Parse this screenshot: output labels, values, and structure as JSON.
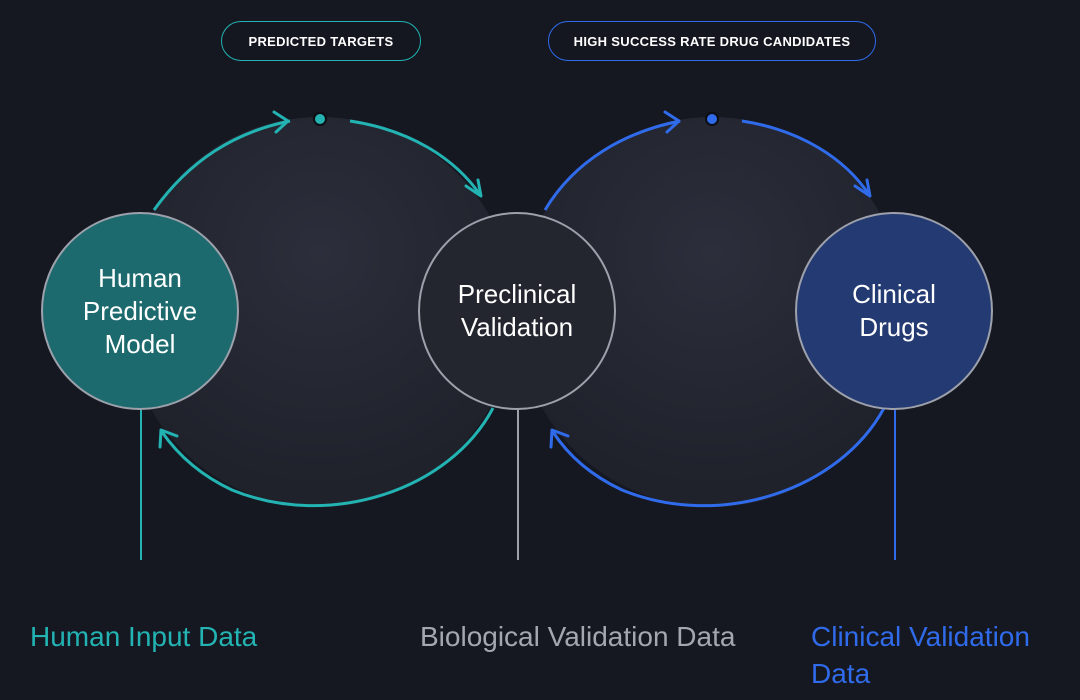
{
  "pills": {
    "predicted_targets": "PREDICTED TARGETS",
    "high_success": "HIGH SUCCESS RATE DRUG CANDIDATES"
  },
  "nodes": {
    "human_model": "Human Predictive Model",
    "preclinical": "Preclinical Validation",
    "clinical_drugs": "Clinical Drugs"
  },
  "bottom_labels": {
    "human_input": "Human Input Data",
    "biological": "Biological Validation Data",
    "clinical_validation": "Clinical Validation Data"
  },
  "colors": {
    "background": "#161821",
    "teal": "#22b3b2",
    "blue": "#2f6bea",
    "grey": "#a4a7b0",
    "node_teal": "#1d6a6e",
    "node_dark": "#24262f",
    "node_blue": "#243a72"
  }
}
